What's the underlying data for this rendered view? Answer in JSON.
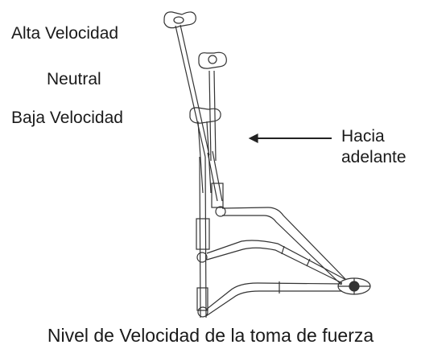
{
  "labels": {
    "high_speed": "Alta Velocidad",
    "neutral": "Neutral",
    "low_speed": "Baja Velocidad",
    "forward_line1": "Hacia",
    "forward_line2": "adelante"
  },
  "caption": "Nivel de Velocidad de la toma de fuerza",
  "colors": {
    "line": "#333333",
    "text": "#1a1a1a"
  }
}
